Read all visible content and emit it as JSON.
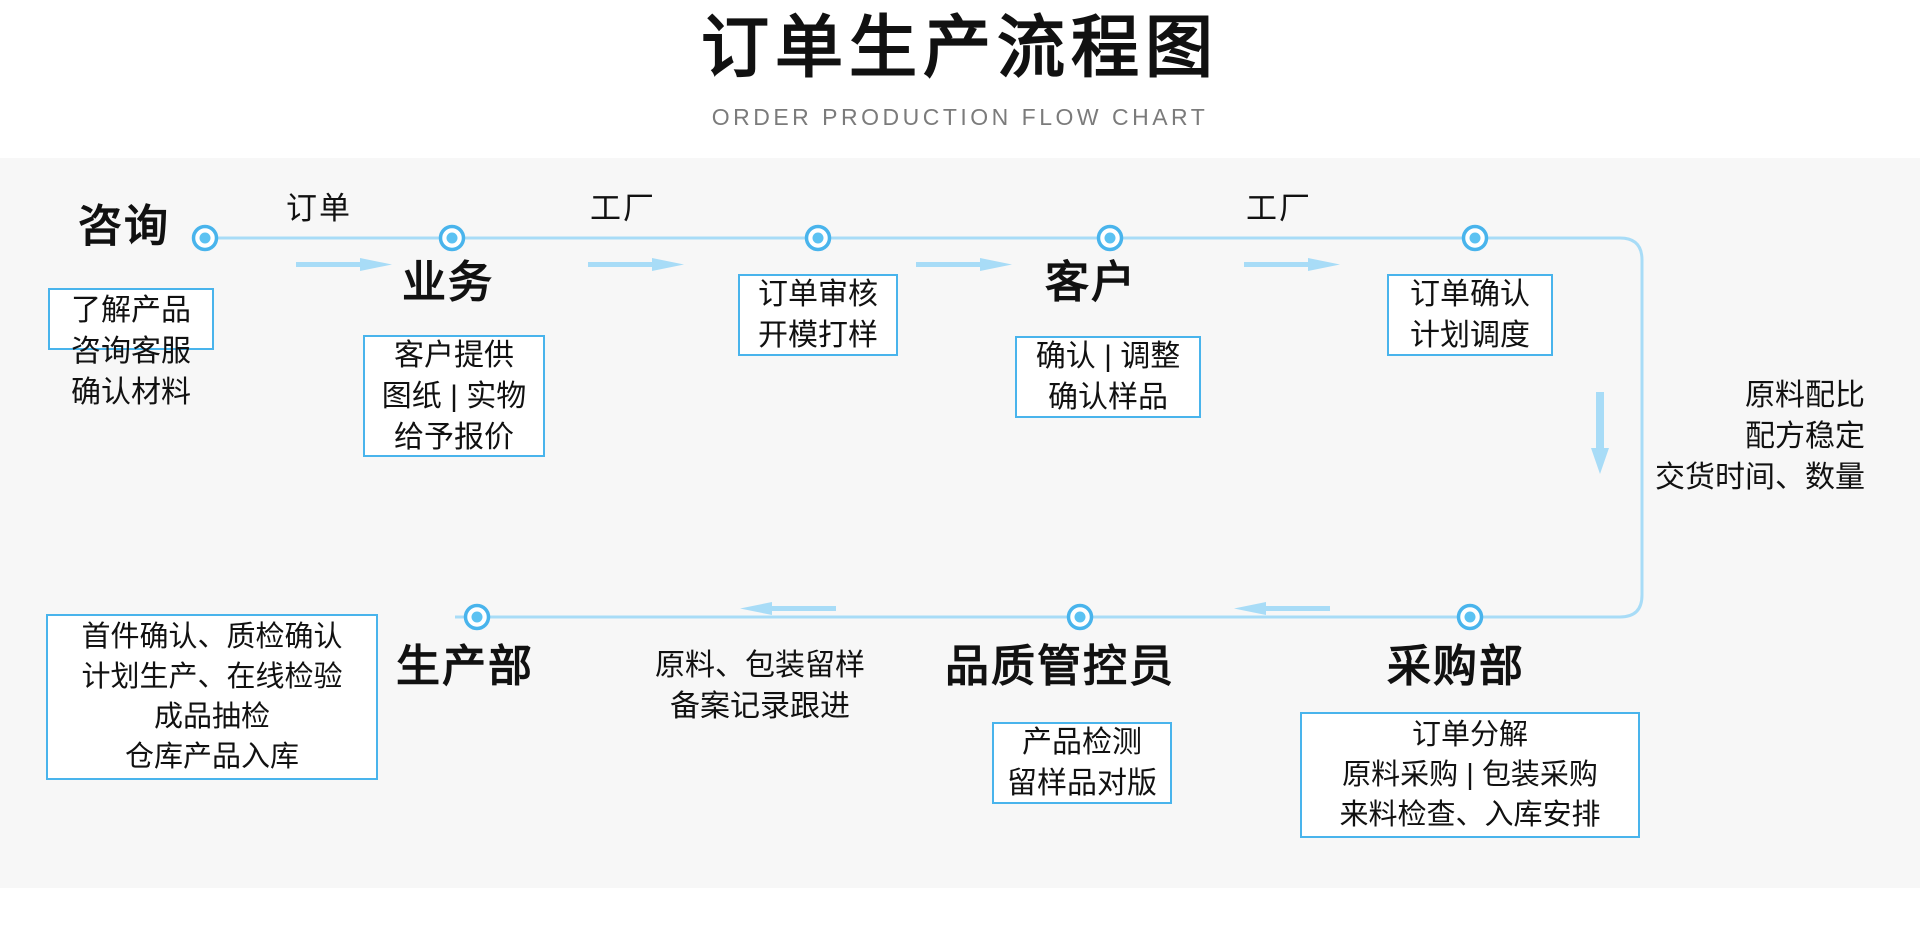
{
  "header": {
    "title": "订单生产流程图",
    "subtitle": "ORDER PRODUCTION FLOW CHART"
  },
  "theme": {
    "accent": "#49b4ec",
    "node_ring": "#49b4ec",
    "node_fill": "#5cc2f2",
    "line": "#a8dcf7",
    "arrow": "#a8dcf7",
    "panel_bg": "#f7f7f7",
    "text": "#111111",
    "subtitle_text": "#7b7b7b"
  },
  "top_row": {
    "edge_labels": [
      {
        "text": "订单"
      },
      {
        "text": "工厂"
      },
      {
        "text": "工厂"
      }
    ],
    "nodes": [
      {
        "title": "咨询",
        "box": {
          "lines": [
            "了解产品",
            "咨询客服",
            "确认材料"
          ]
        }
      },
      {
        "title": "业务",
        "box": {
          "lines": [
            "客户提供",
            "图纸 | 实物",
            "给予报价"
          ]
        }
      },
      {
        "title": "",
        "box": {
          "lines": [
            "订单审核",
            "开模打样"
          ]
        }
      },
      {
        "title": "客户",
        "box": {
          "lines": [
            "确认 | 调整",
            "确认样品"
          ]
        }
      },
      {
        "title": "",
        "box": {
          "lines": [
            "订单确认",
            "计划调度"
          ]
        }
      }
    ]
  },
  "right_note": {
    "lines": [
      "原料配比",
      "配方稳定",
      "交货时间、数量"
    ]
  },
  "bottom_row": {
    "nodes": [
      {
        "title": "生产部",
        "box": {
          "lines": [
            "首件确认、质检确认",
            "计划生产、在线检验",
            "成品抽检",
            "仓库产品入库"
          ]
        }
      },
      {
        "title": "",
        "note": {
          "lines": [
            "原料、包装留样",
            "备案记录跟进"
          ]
        }
      },
      {
        "title": "品质管控员",
        "box": {
          "lines": [
            "产品检测",
            "留样品对版"
          ]
        }
      },
      {
        "title": "采购部",
        "box": {
          "lines": [
            "订单分解",
            "原料采购 | 包装采购",
            "来料检查、入库安排"
          ]
        }
      }
    ]
  }
}
